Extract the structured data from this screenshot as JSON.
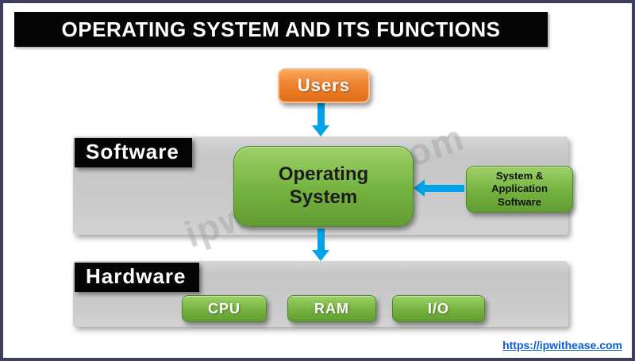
{
  "page": {
    "title": "OPERATING SYSTEM AND ITS FUNCTIONS",
    "watermark": "ipwithease.com",
    "footer_link": "https://ipwithease.com"
  },
  "diagram": {
    "users_label": "Users",
    "software_panel_label": "Software",
    "hardware_panel_label": "Hardware",
    "os_label": "Operating System",
    "sys_app_label": "System & Application Software",
    "hardware_items": [
      {
        "label": "CPU"
      },
      {
        "label": "RAM"
      },
      {
        "label": "I/O"
      }
    ]
  },
  "colors": {
    "green_box": "#74b23f",
    "orange_box": "#ef8330",
    "arrow_blue": "#00a2e8",
    "panel_gray": "#cbcbcb",
    "title_bg": "#050505",
    "link_blue": "#0b5ed7",
    "border_navy": "#3e3e5e"
  }
}
